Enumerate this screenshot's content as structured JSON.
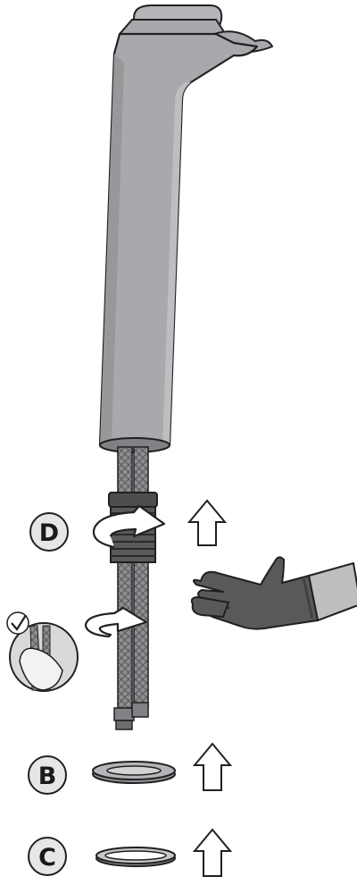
{
  "steps": [
    {
      "id": "D",
      "label": "D",
      "part": "mounting-nut"
    },
    {
      "id": "B",
      "label": "B",
      "part": "gasket"
    },
    {
      "id": "C",
      "label": "C",
      "part": "o-ring"
    }
  ],
  "colors": {
    "faucet": "#a7a9ac",
    "faucet_shade": "#8f9296",
    "outline": "#231f20",
    "hose": "#8b8d90",
    "glove": "#58595b",
    "glove_dark": "#404143",
    "sleeve": "#bcbec0",
    "inset_bg": "#d9d9d9",
    "circle_fill": "#e6e6e6"
  },
  "icons": [
    "up-arrow-icon",
    "rotate-clockwise-icon",
    "checkmark-icon",
    "hand-icon"
  ]
}
